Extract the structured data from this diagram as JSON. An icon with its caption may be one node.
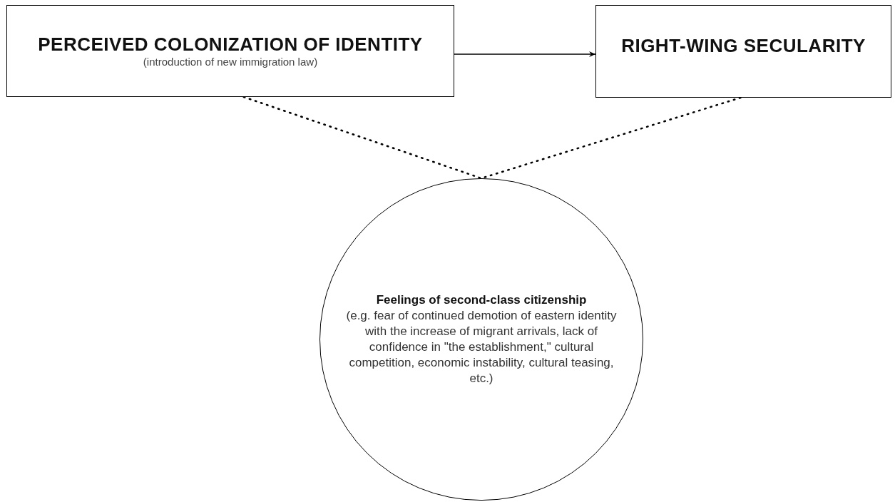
{
  "diagram": {
    "nodes": [
      {
        "text": [
          "PERCEIVED COLONIZATION OF IDENTITY",
          "(introduction of new immigration law)"
        ]
      },
      {
        "text": [
          "RIGHT-WING SECULARITY"
        ]
      },
      {
        "text": [
          "Feelings of second-class citizenship",
          "(e.g. fear of continued demotion of eastern identity with the increase of migrant arrivals, lack of confidence in \"the establishment,\" cultural competition, economic instability, cultural teasing, etc.)"
        ]
      }
    ],
    "edges": [
      {
        "from": 0,
        "to": 1,
        "arrow": "to"
      },
      {
        "from": 0,
        "to": 2,
        "arrow": "none",
        "style": "dashed"
      },
      {
        "from": 1,
        "to": 2,
        "arrow": "none",
        "style": "dashed"
      }
    ]
  }
}
